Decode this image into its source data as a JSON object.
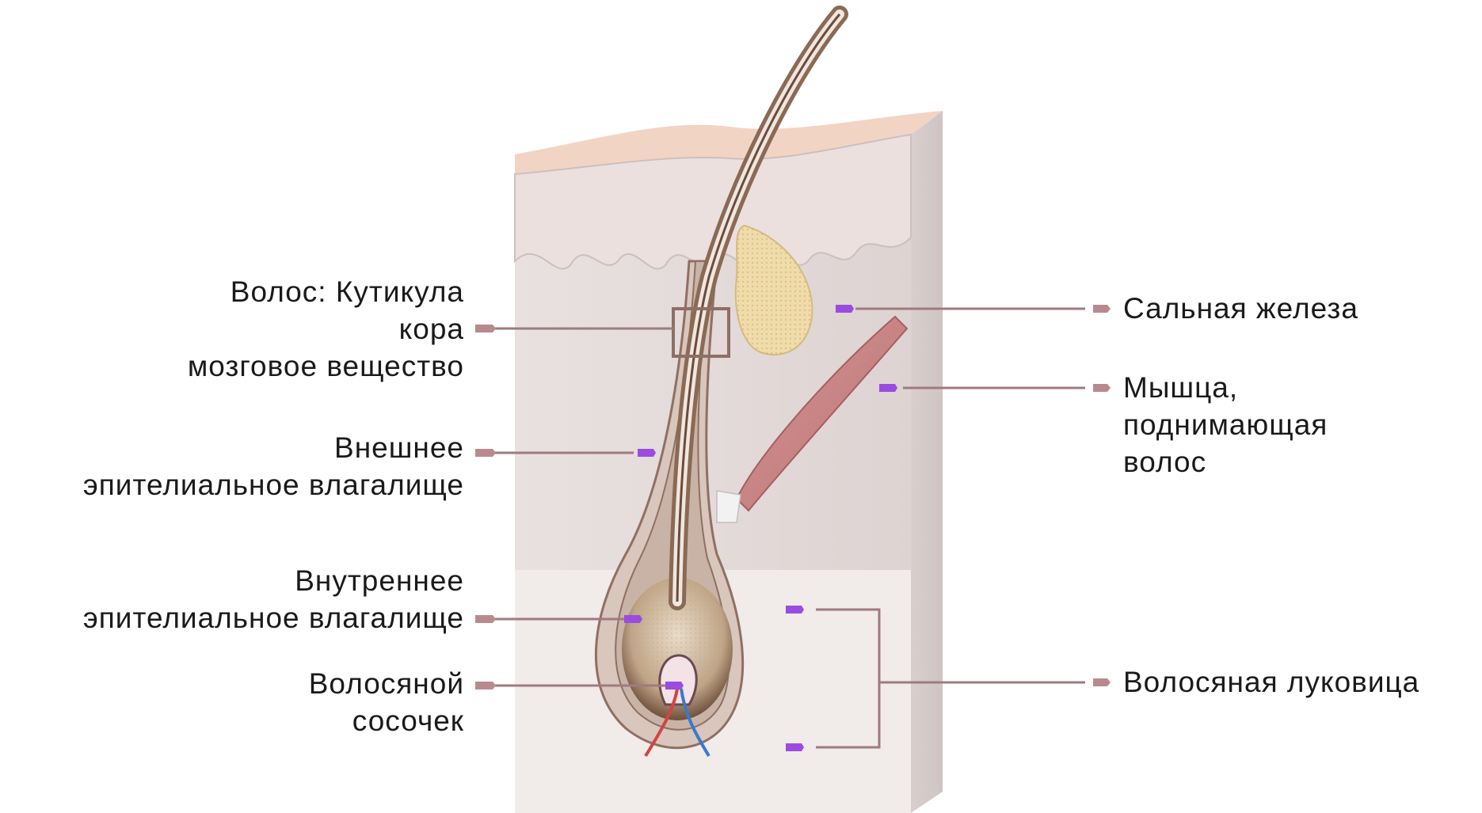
{
  "labels": {
    "hair_shaft": {
      "line1": "Волос: Кутикула",
      "line2": "кора",
      "line3": "мозговое вещество"
    },
    "outer_root_sheath": {
      "line1": "Внешнее",
      "line2": "эпителиальное влагалище"
    },
    "inner_root_sheath": {
      "line1": "Внутреннее",
      "line2": "эпителиальное влагалище"
    },
    "dermal_papilla": {
      "line1": "Волосяной",
      "line2": "сосочек"
    },
    "sebaceous_gland": {
      "line1": "Сальная железа"
    },
    "arrector_pili": {
      "line1": "Мышца,",
      "line2": "поднимающая",
      "line3": "волос"
    },
    "hair_bulb": {
      "line1": "Волосяная луковица"
    }
  },
  "colors": {
    "epidermis_top": "#f3d6c8",
    "skin_block": "#e6dedd",
    "dermis_lower": "#efe8e8",
    "hair_shaft": "#b79580",
    "gland": "#efdcaa",
    "muscle": "#c77e7e",
    "leader_line": "#a07a80",
    "marker_purple": "#9a4ce0"
  }
}
